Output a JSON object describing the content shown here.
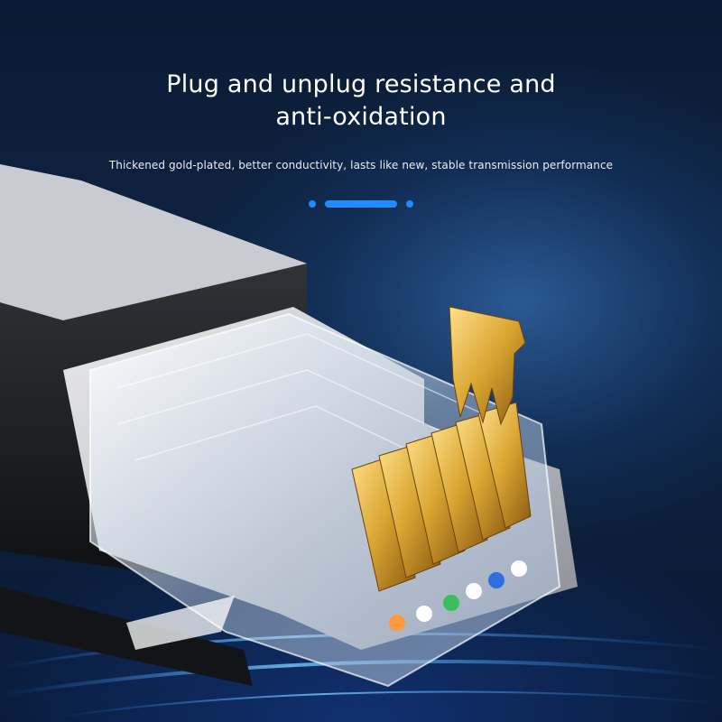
{
  "headline": {
    "line1": "Plug and unplug resistance and",
    "line2": "anti-oxidation"
  },
  "subheadline": "Thickened gold-plated, better conductivity, lasts like new, stable transmission performance",
  "pager": {
    "active_index": 1,
    "count": 3
  },
  "colors": {
    "background": "#0c1f3c",
    "accent": "#1f8cff",
    "gold": "#d9a531",
    "text": "#ffffff"
  },
  "image": {
    "subject": "rj45-connector-product-photo"
  }
}
